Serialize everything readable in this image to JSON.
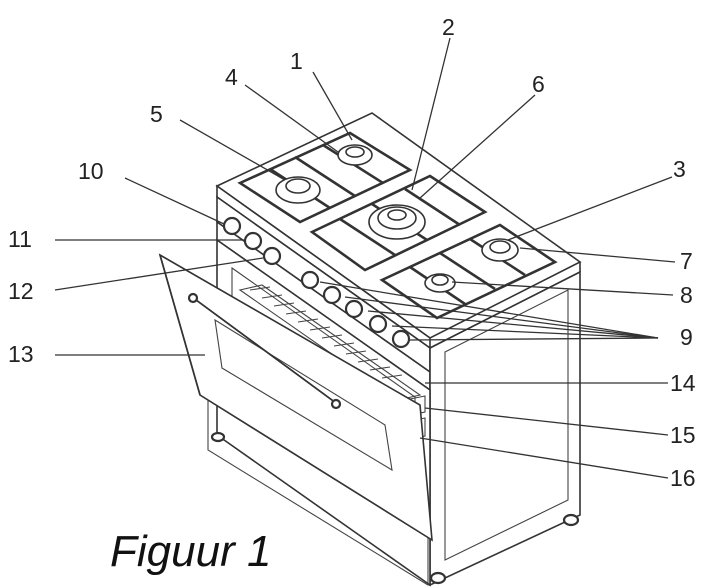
{
  "figure": {
    "caption": "Figuur 1",
    "callouts": [
      {
        "id": "c1",
        "label": "1"
      },
      {
        "id": "c2",
        "label": "2"
      },
      {
        "id": "c3",
        "label": "3"
      },
      {
        "id": "c4",
        "label": "4"
      },
      {
        "id": "c5",
        "label": "5"
      },
      {
        "id": "c6",
        "label": "6"
      },
      {
        "id": "c7",
        "label": "7"
      },
      {
        "id": "c8",
        "label": "8"
      },
      {
        "id": "c9",
        "label": "9"
      },
      {
        "id": "c10",
        "label": "10"
      },
      {
        "id": "c11",
        "label": "11"
      },
      {
        "id": "c12",
        "label": "12"
      },
      {
        "id": "c13",
        "label": "13"
      },
      {
        "id": "c14",
        "label": "14"
      },
      {
        "id": "c15",
        "label": "15"
      },
      {
        "id": "c16",
        "label": "16"
      }
    ]
  }
}
